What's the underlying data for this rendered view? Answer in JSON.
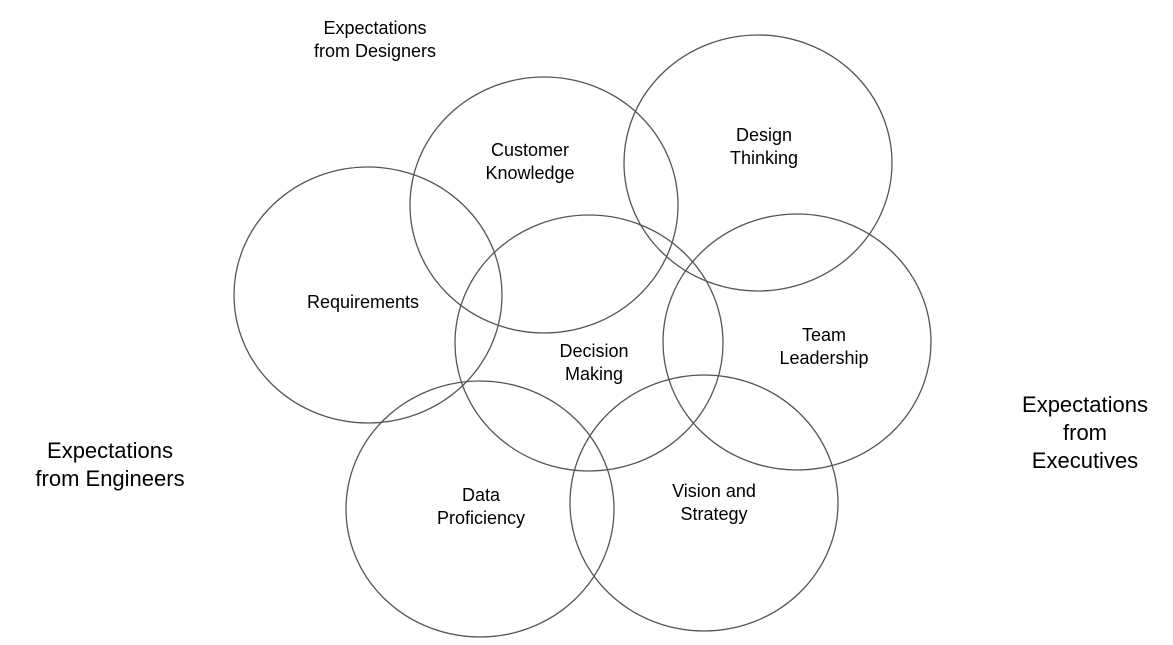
{
  "circles": {
    "customer_knowledge": "Customer\nKnowledge",
    "design_thinking": "Design\nThinking",
    "requirements": "Requirements",
    "decision_making": "Decision\nMaking",
    "team_leadership": "Team\nLeadership",
    "data_proficiency": "Data\nProficiency",
    "vision_strategy": "Vision and\nStrategy"
  },
  "groups": {
    "designers": "Expectations\nfrom Designers",
    "engineers": "Expectations\nfrom Engineers",
    "executives": "Expectations\nfrom\nExecutives"
  },
  "colors": {
    "stroke": "#555555",
    "text": "#000000",
    "background": "#ffffff"
  }
}
